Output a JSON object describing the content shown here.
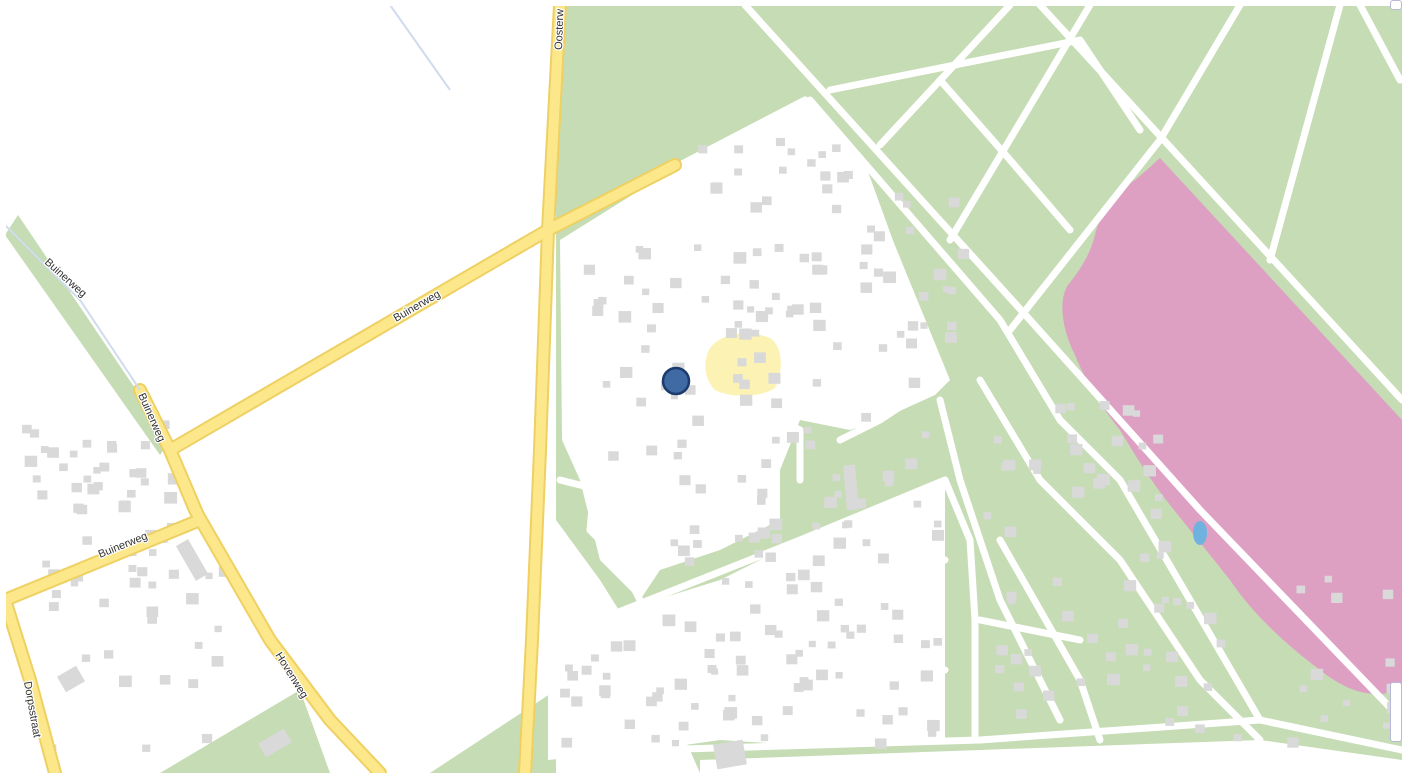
{
  "map": {
    "kind": "street-map",
    "colors": {
      "forest": "#c5dcb4",
      "meadow": "#cce3bd",
      "heath_purple": "#dda0c3",
      "sand": "#fbf2b4",
      "water": "#6fb2e0",
      "main_road": "#fce88a",
      "main_road_casing": "#eed063",
      "minor_road": "#ffffff",
      "building": "#d9d9d9",
      "marker_fill": "#3f6aa3",
      "marker_stroke": "#1c3c6e"
    },
    "street_labels": {
      "buinerweg_main": "Buinerweg",
      "buinerweg_nw": "Buinerweg",
      "buinerweg_vertical": "Buinerweg",
      "buinerweg_sw": "Buinerweg",
      "hovenweg": "Hovenweg",
      "dorpsstraat": "Dorpsstraat",
      "oosterweg_partial": "Oosterw"
    },
    "marker": {
      "name": "location-marker"
    }
  }
}
